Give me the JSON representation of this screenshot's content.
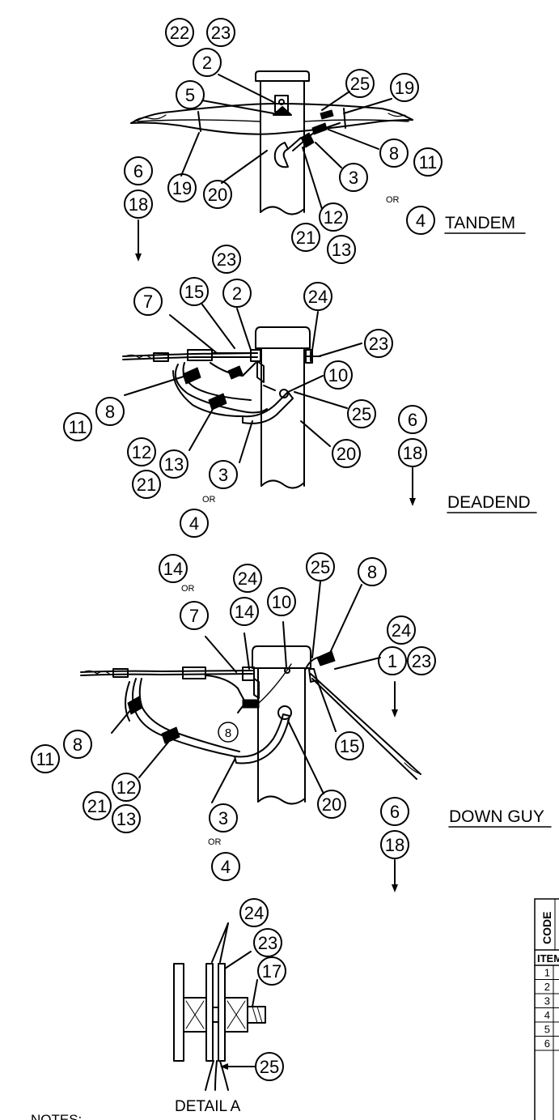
{
  "sections": {
    "tandem": "TANDEM",
    "deadend": "DEADEND",
    "down_guy": "DOWN GUY",
    "detail_a": "DETAIL A"
  },
  "or_text": "OR",
  "notes_heading": "NOTES:",
  "table": {
    "code_header": "CODE",
    "item_header": "ITEM",
    "items": [
      "1",
      "2",
      "3",
      "4",
      "5",
      "6"
    ]
  },
  "callouts": {
    "tandem": [
      "22",
      "23",
      "2",
      "5",
      "25",
      "19",
      "6",
      "18",
      "19",
      "20",
      "8",
      "11",
      "3",
      "4",
      "12",
      "21",
      "13"
    ],
    "deadend": [
      "23",
      "2",
      "7",
      "15",
      "24",
      "23",
      "10",
      "8",
      "11",
      "25",
      "6",
      "18",
      "12",
      "13",
      "21",
      "3",
      "20",
      "4"
    ],
    "down_guy": [
      "14",
      "24",
      "25",
      "8",
      "7",
      "14",
      "10",
      "24",
      "1",
      "23",
      "8",
      "11",
      "15",
      "12",
      "21",
      "13",
      "20",
      "6",
      "18",
      "3",
      "4"
    ],
    "detail_a": [
      "24",
      "23",
      "17",
      "25"
    ]
  }
}
